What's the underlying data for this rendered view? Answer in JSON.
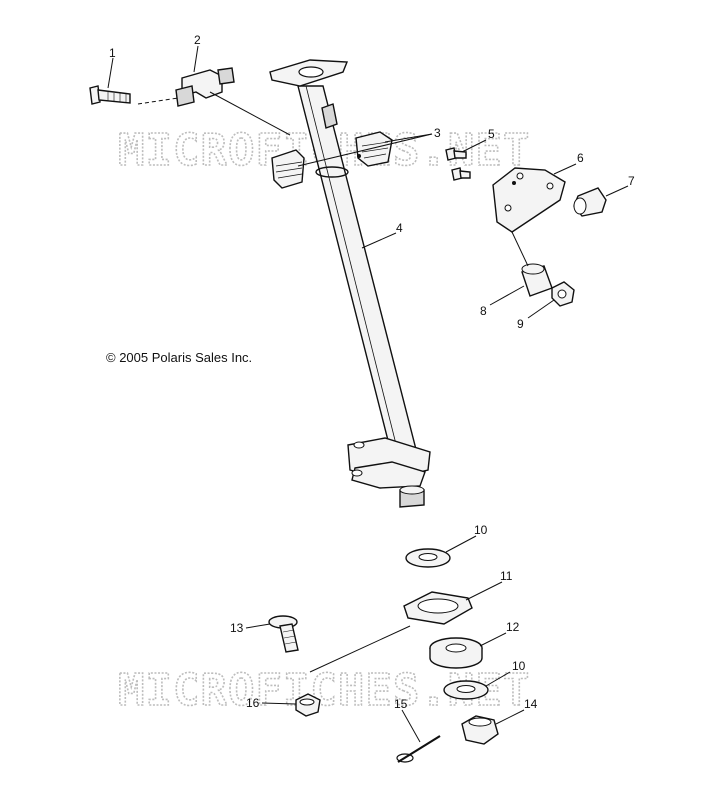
{
  "copyright": "© 2005 Polaris Sales Inc.",
  "watermark": "MICROFICHES.NET",
  "callouts": [
    "1",
    "2",
    "3",
    "4",
    "5",
    "6",
    "7",
    "8",
    "9",
    "10",
    "11",
    "12",
    "10",
    "13",
    "14",
    "15",
    "16"
  ],
  "colors": {
    "ink": "#111111",
    "watermark": "#bdbdbd",
    "background": "#ffffff"
  }
}
